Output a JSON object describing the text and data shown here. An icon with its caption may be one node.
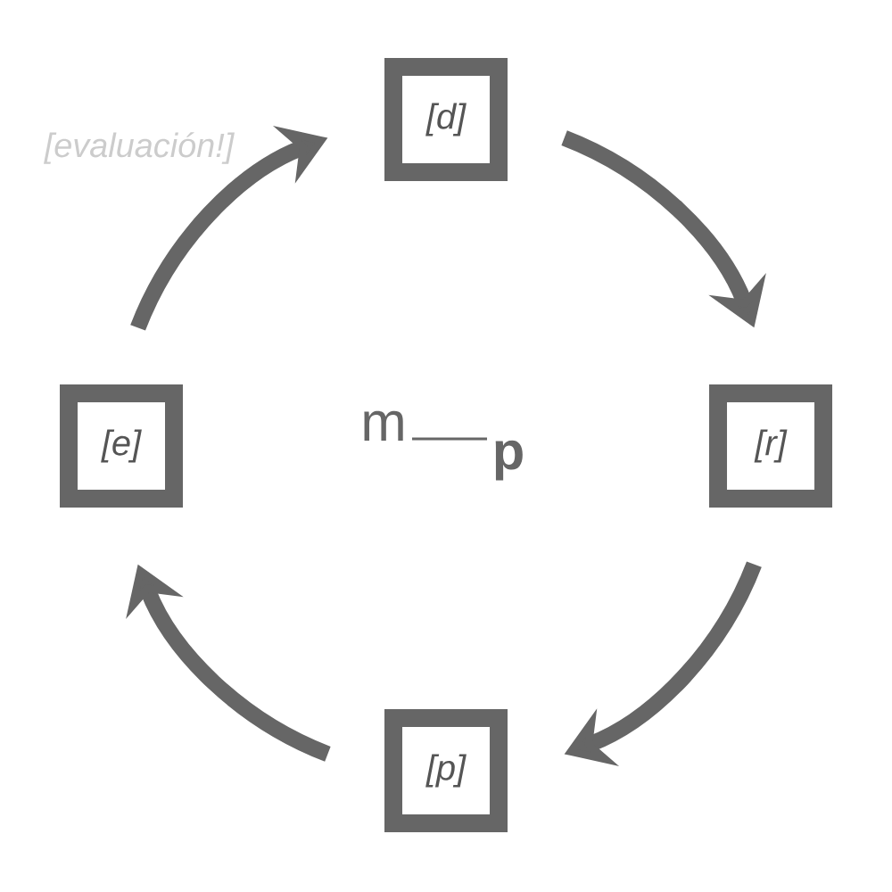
{
  "diagram": {
    "nodes": [
      {
        "text": [
          "[d]"
        ]
      },
      {
        "text": [
          "[e]"
        ]
      },
      {
        "text": [
          "[r]"
        ]
      },
      {
        "text": [
          "[p]"
        ]
      }
    ],
    "edges": [
      {
        "from": 0,
        "to": 2,
        "arrow": "to"
      },
      {
        "from": 2,
        "to": 3,
        "arrow": "to"
      },
      {
        "from": 3,
        "to": 1,
        "arrow": "to"
      },
      {
        "from": 1,
        "to": 0,
        "arrow": "to"
      }
    ],
    "labels": [
      "[evaluación!]",
      "m",
      "p"
    ]
  }
}
